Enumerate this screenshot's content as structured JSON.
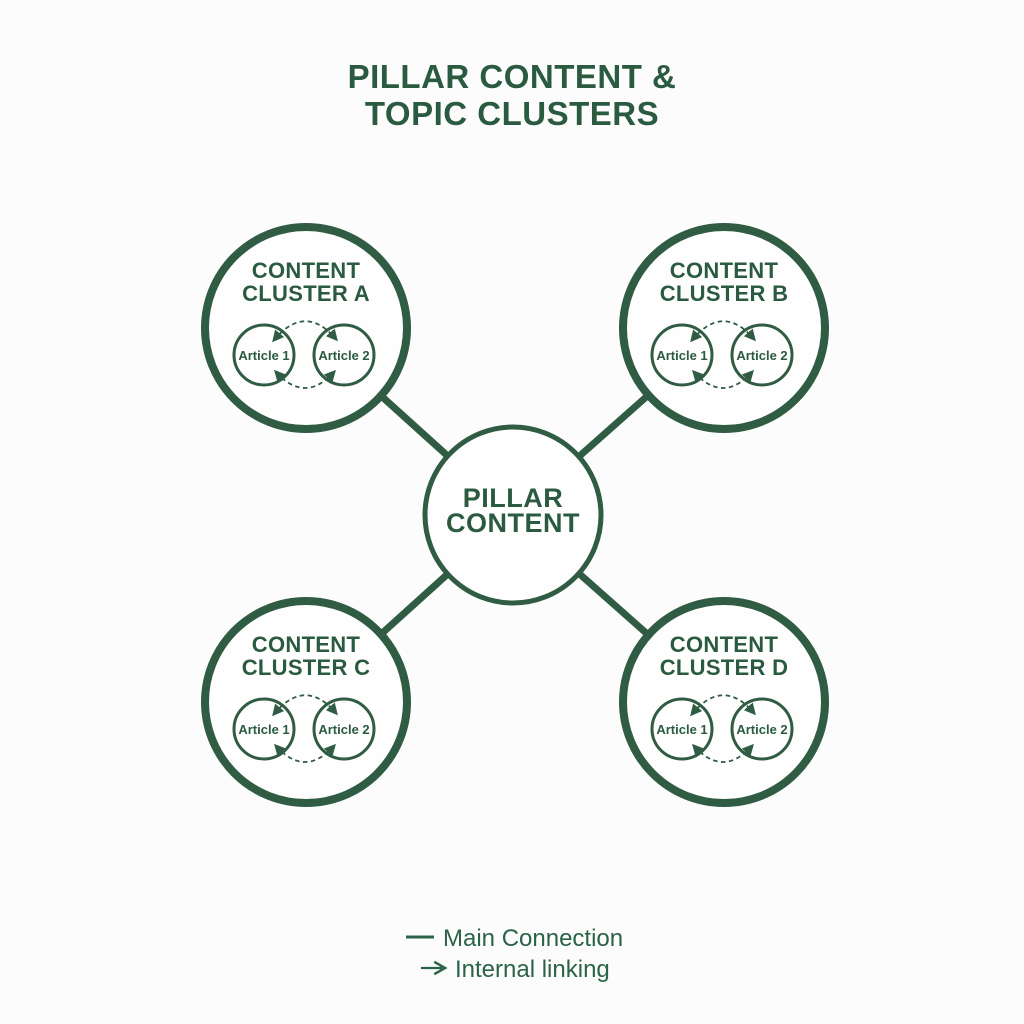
{
  "title": {
    "line1": "PILLAR CONTENT &",
    "line2": "TOPIC CLUSTERS"
  },
  "pillar": {
    "label_line1": "PILLAR",
    "label_line2": "CONTENT"
  },
  "clusters": [
    {
      "name": "Content Cluster A",
      "title_line1": "CONTENT",
      "title_line2": "CLUSTER A",
      "article1": "Article 1",
      "article2": "Article 2"
    },
    {
      "name": "Content Cluster B",
      "title_line1": "CONTENT",
      "title_line2": "CLUSTER B",
      "article1": "Article 1",
      "article2": "Article 2"
    },
    {
      "name": "Content Cluster C",
      "title_line1": "CONTENT",
      "title_line2": "CLUSTER C",
      "article1": "Article 1",
      "article2": "Article 2"
    },
    {
      "name": "Content Cluster D",
      "title_line1": "CONTENT",
      "title_line2": "CLUSTER D",
      "article1": "Article 1",
      "article2": "Article 2"
    }
  ],
  "legend": {
    "main_connection": "Main Connection",
    "internal_linking": "Internal linking"
  },
  "colors": {
    "stroke_green": "#2f5c42",
    "text_green": "#2a5a3f",
    "legend_green": "#2a6347",
    "background": "#fcfcfc",
    "circle_fill": "#fefefe"
  }
}
